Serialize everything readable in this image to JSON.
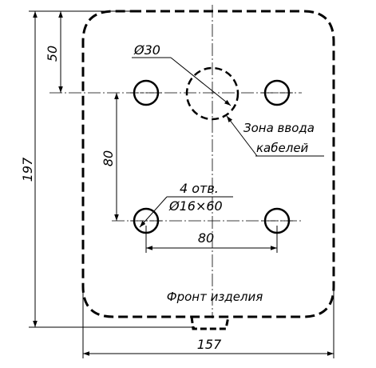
{
  "dimensions": {
    "height_total": "197",
    "top_offset": "50",
    "hole_spacing_vertical": "80",
    "hole_spacing_horizontal": "80",
    "width_total": "157"
  },
  "labels": {
    "cable_zone_diameter": "Ø30",
    "cable_zone_line1": "Зона ввода",
    "cable_zone_line2": "кабелей",
    "holes_count": "4 отв.",
    "holes_size": "Ø16×60",
    "front": "Фронт изделия"
  },
  "colors": {
    "line": "#000000",
    "background": "#ffffff"
  }
}
